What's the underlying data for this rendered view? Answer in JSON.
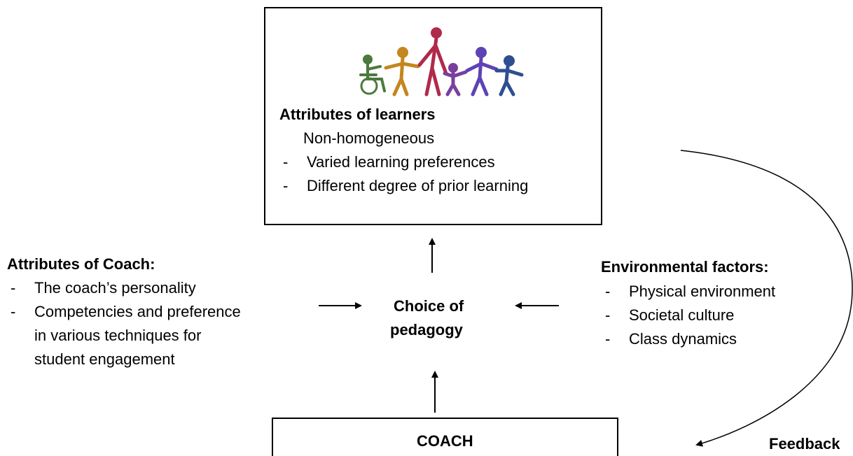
{
  "learners_box": {
    "title": "Attributes of learners",
    "subtitle": "Non-homogeneous",
    "items": [
      "Varied learning preferences",
      "Different degree of prior learning"
    ]
  },
  "coach_attributes": {
    "title": "Attributes of Coach:",
    "items": [
      "The coach’s personality",
      "Competencies and preference"
    ],
    "continuation": [
      "in various techniques for",
      "student engagement"
    ]
  },
  "center": {
    "line1": "Choice of",
    "line2": "pedagogy"
  },
  "environment": {
    "title": "Environmental factors:",
    "items": [
      "Physical environment",
      "Societal culture",
      "Class dynamics"
    ]
  },
  "coach_box": {
    "label": "COACH"
  },
  "feedback": {
    "label": "Feedback"
  },
  "dash": "-",
  "figure_colors": [
    "#4a7a3c",
    "#c4861e",
    "#b02a4a",
    "#7a3f9e",
    "#5d43b5",
    "#2e4f8f"
  ]
}
